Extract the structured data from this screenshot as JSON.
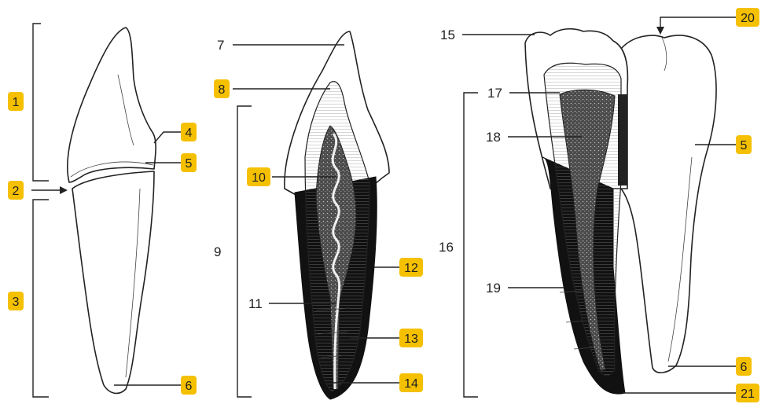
{
  "labels": {
    "l1": "1",
    "l2": "2",
    "l3": "3",
    "l4": "4",
    "l5": "5",
    "l6": "6",
    "l7": "7",
    "l8": "8",
    "l9": "9",
    "l10": "10",
    "l11": "11",
    "l12": "12",
    "l13": "13",
    "l14": "14",
    "l15": "15",
    "l16": "16",
    "l17": "17",
    "l18": "18",
    "l19": "19",
    "l20": "20",
    "l5b": "5",
    "l6b": "6",
    "l21": "21"
  },
  "colors": {
    "badge": "#f5c000",
    "ink": "#222222",
    "enamel": "#ffffff",
    "dentin_hatch": "#777777",
    "pulp": "#3a3a3a",
    "cementum": "#111111"
  }
}
